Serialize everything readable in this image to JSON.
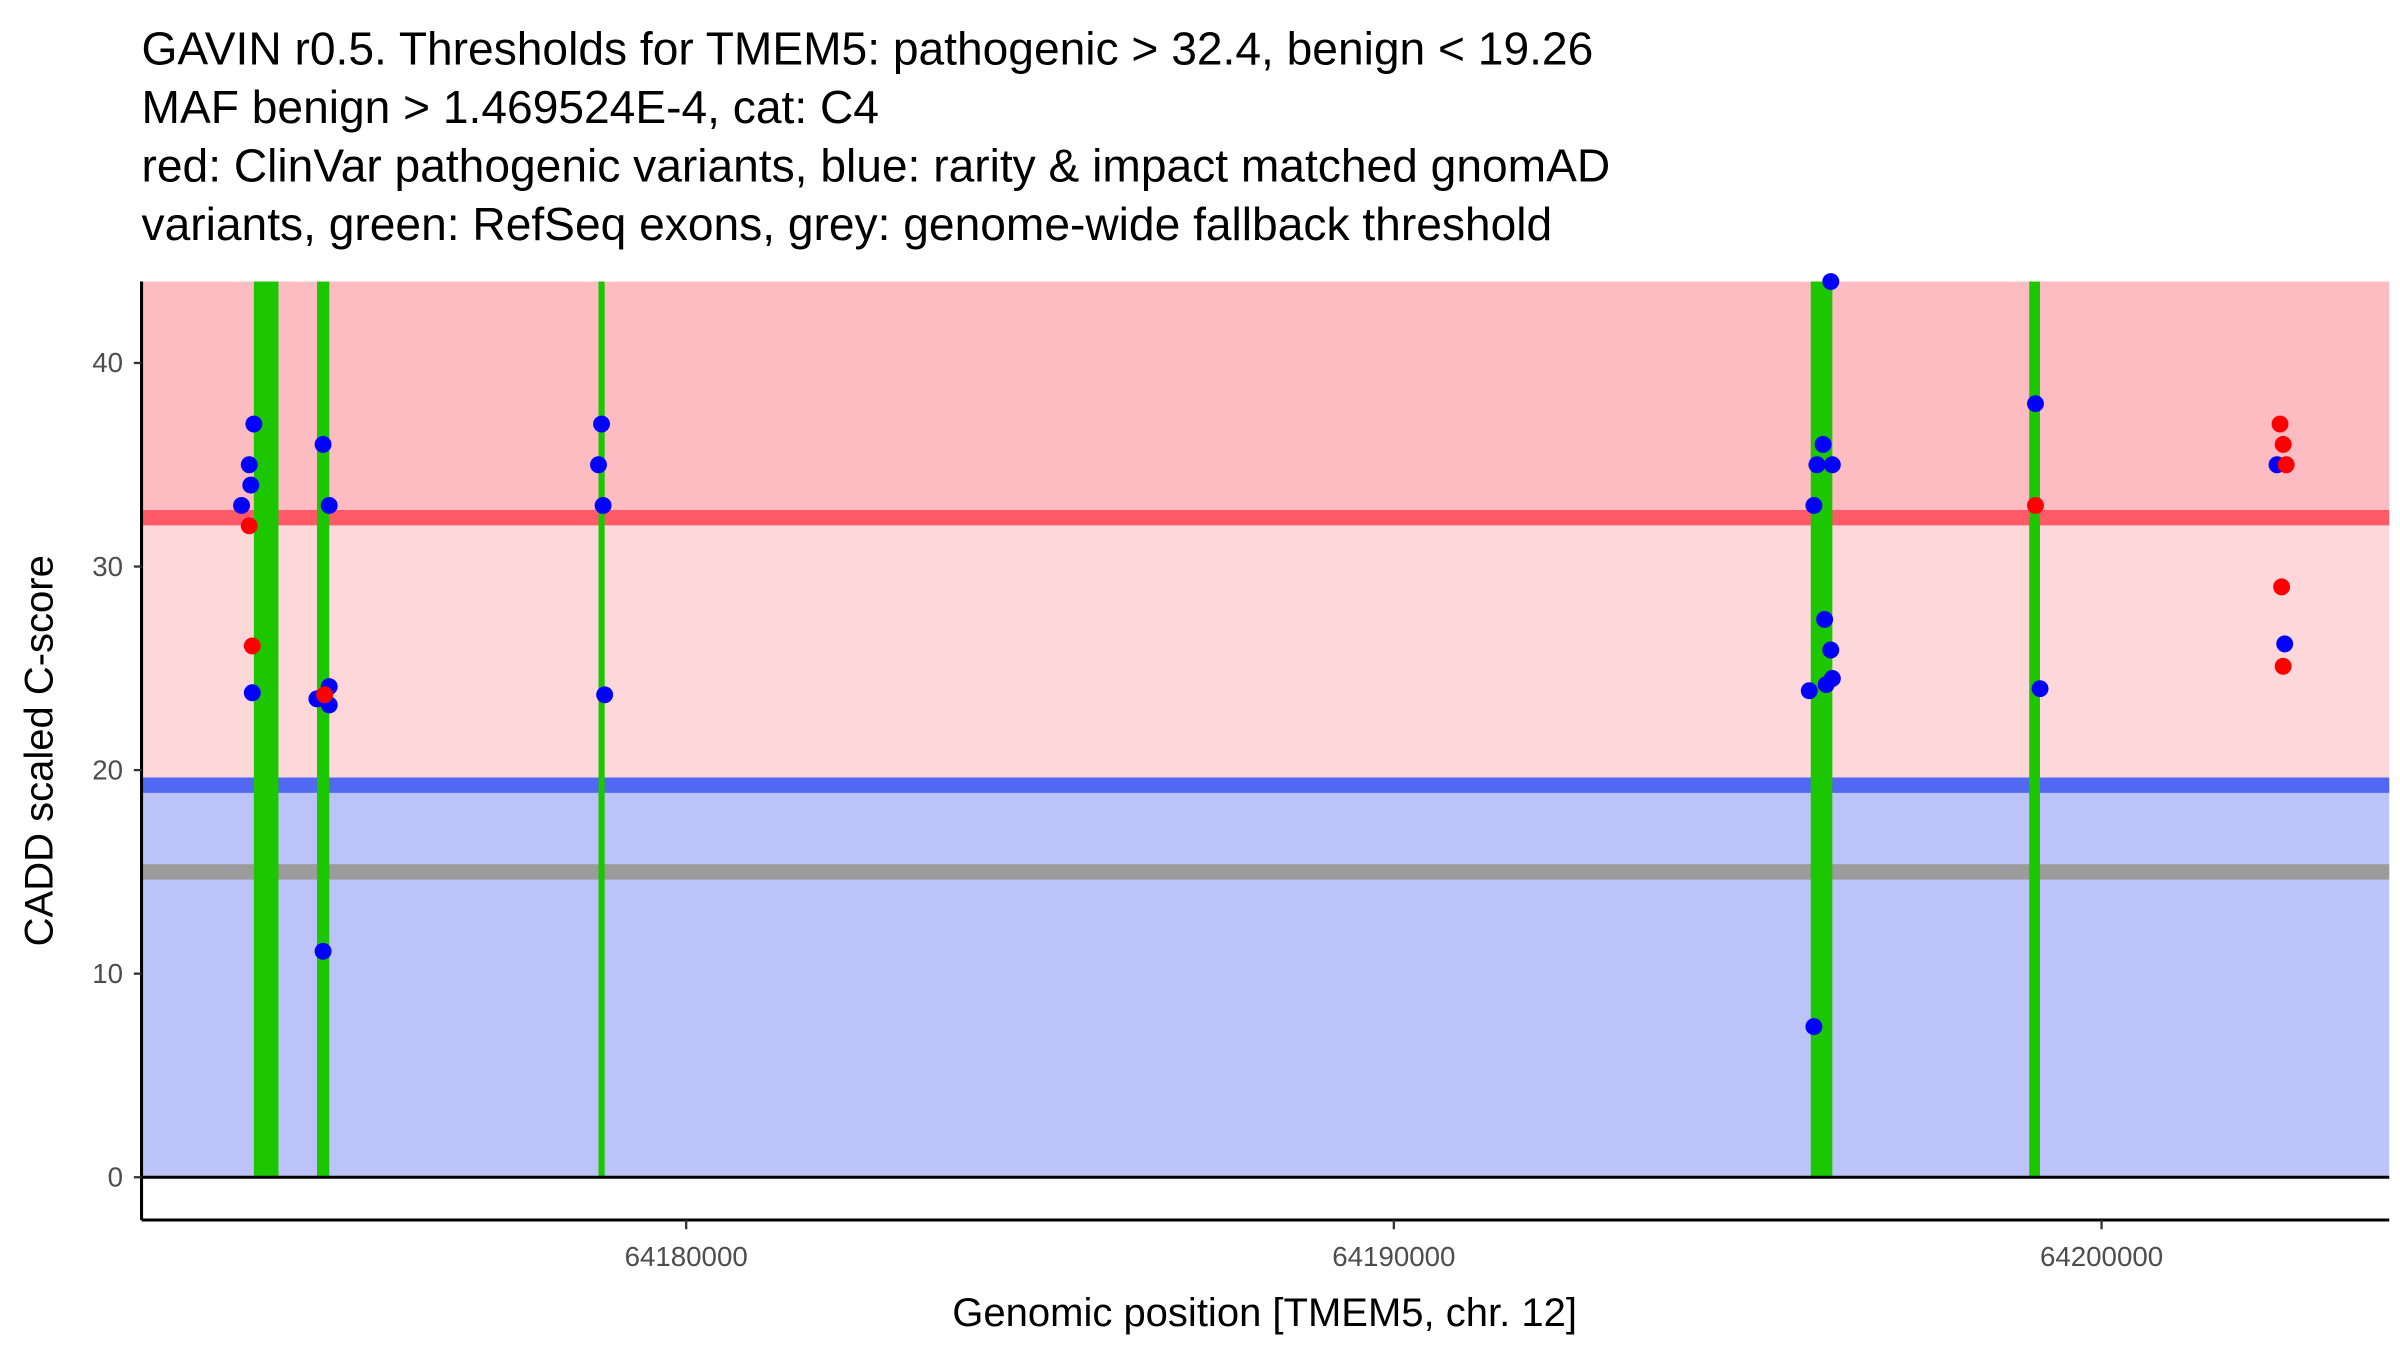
{
  "chart_data": {
    "type": "scatter",
    "title_lines": [
      "GAVIN r0.5. Thresholds for TMEM5: pathogenic > 32.4, benign < 19.26",
      "MAF benign > 1.469524E-4, cat: C4",
      "red: ClinVar pathogenic variants, blue: rarity & impact matched gnomAD",
      "variants, green: RefSeq exons, grey: genome-wide fallback threshold"
    ],
    "xlabel": "Genomic position [TMEM5, chr. 12]",
    "ylabel": "CADD scaled C-score",
    "xlim": [
      64172304,
      64204065
    ],
    "ylim": [
      -2.1,
      44
    ],
    "x_ticks": [
      64180000,
      64190000,
      64200000
    ],
    "x_tick_labels": [
      "64180000",
      "64190000",
      "64200000"
    ],
    "y_ticks": [
      0,
      10,
      20,
      30,
      40
    ],
    "y_tick_labels": [
      "0",
      "10",
      "20",
      "30",
      "40"
    ],
    "grid": false,
    "thresholds": {
      "pathogenic": 32.4,
      "benign": 19.26,
      "fallback": 15,
      "top": 44
    },
    "colors": {
      "pathogenic_zone": "#FDBCC1",
      "vus_zone": "#FED7DB",
      "benign_zone": "#BCC3F9",
      "pathogenic_line": "#FF5A68",
      "benign_line": "#5169F2",
      "fallback_line": "#9B9B9B",
      "exon": "#1CC700",
      "clinvar": "#FF0000",
      "gnomad": "#0000FF"
    },
    "exons": [
      [
        64173891,
        64174239
      ],
      [
        64174783,
        64174957
      ],
      [
        64178761,
        64178848
      ],
      [
        64195891,
        64196196
      ],
      [
        64198978,
        64199130
      ]
    ],
    "series": [
      {
        "key": "gnomad",
        "points": [
          [
            64173891,
            37.0
          ],
          [
            64173826,
            35.0
          ],
          [
            64173848,
            34.0
          ],
          [
            64173717,
            33.0
          ],
          [
            64173869,
            23.8
          ],
          [
            64174869,
            36.0
          ],
          [
            64174956,
            33.0
          ],
          [
            64174956,
            24.1
          ],
          [
            64174782,
            23.5
          ],
          [
            64174956,
            23.2
          ],
          [
            64174869,
            11.1
          ],
          [
            64178804,
            37.0
          ],
          [
            64178761,
            35.0
          ],
          [
            64178826,
            33.0
          ],
          [
            64178848,
            23.7
          ],
          [
            64196174,
            44.0
          ],
          [
            64196065,
            36.0
          ],
          [
            64195978,
            35.0
          ],
          [
            64196196,
            35.0
          ],
          [
            64195935,
            33.0
          ],
          [
            64196087,
            27.4
          ],
          [
            64196174,
            25.9
          ],
          [
            64196196,
            24.5
          ],
          [
            64196109,
            24.2
          ],
          [
            64195870,
            23.9
          ],
          [
            64195935,
            7.4
          ],
          [
            64199066,
            38.0
          ],
          [
            64199131,
            24.0
          ],
          [
            64202479,
            35.0
          ],
          [
            64202588,
            26.2
          ]
        ]
      },
      {
        "key": "clinvar",
        "points": [
          [
            64173826,
            32.0
          ],
          [
            64173869,
            26.1
          ],
          [
            64174891,
            23.7
          ],
          [
            64199066,
            33.0
          ],
          [
            64202522,
            37.0
          ],
          [
            64202566,
            36.0
          ],
          [
            64202609,
            35.0
          ],
          [
            64202544,
            29.0
          ],
          [
            64202566,
            25.1
          ]
        ]
      }
    ]
  }
}
